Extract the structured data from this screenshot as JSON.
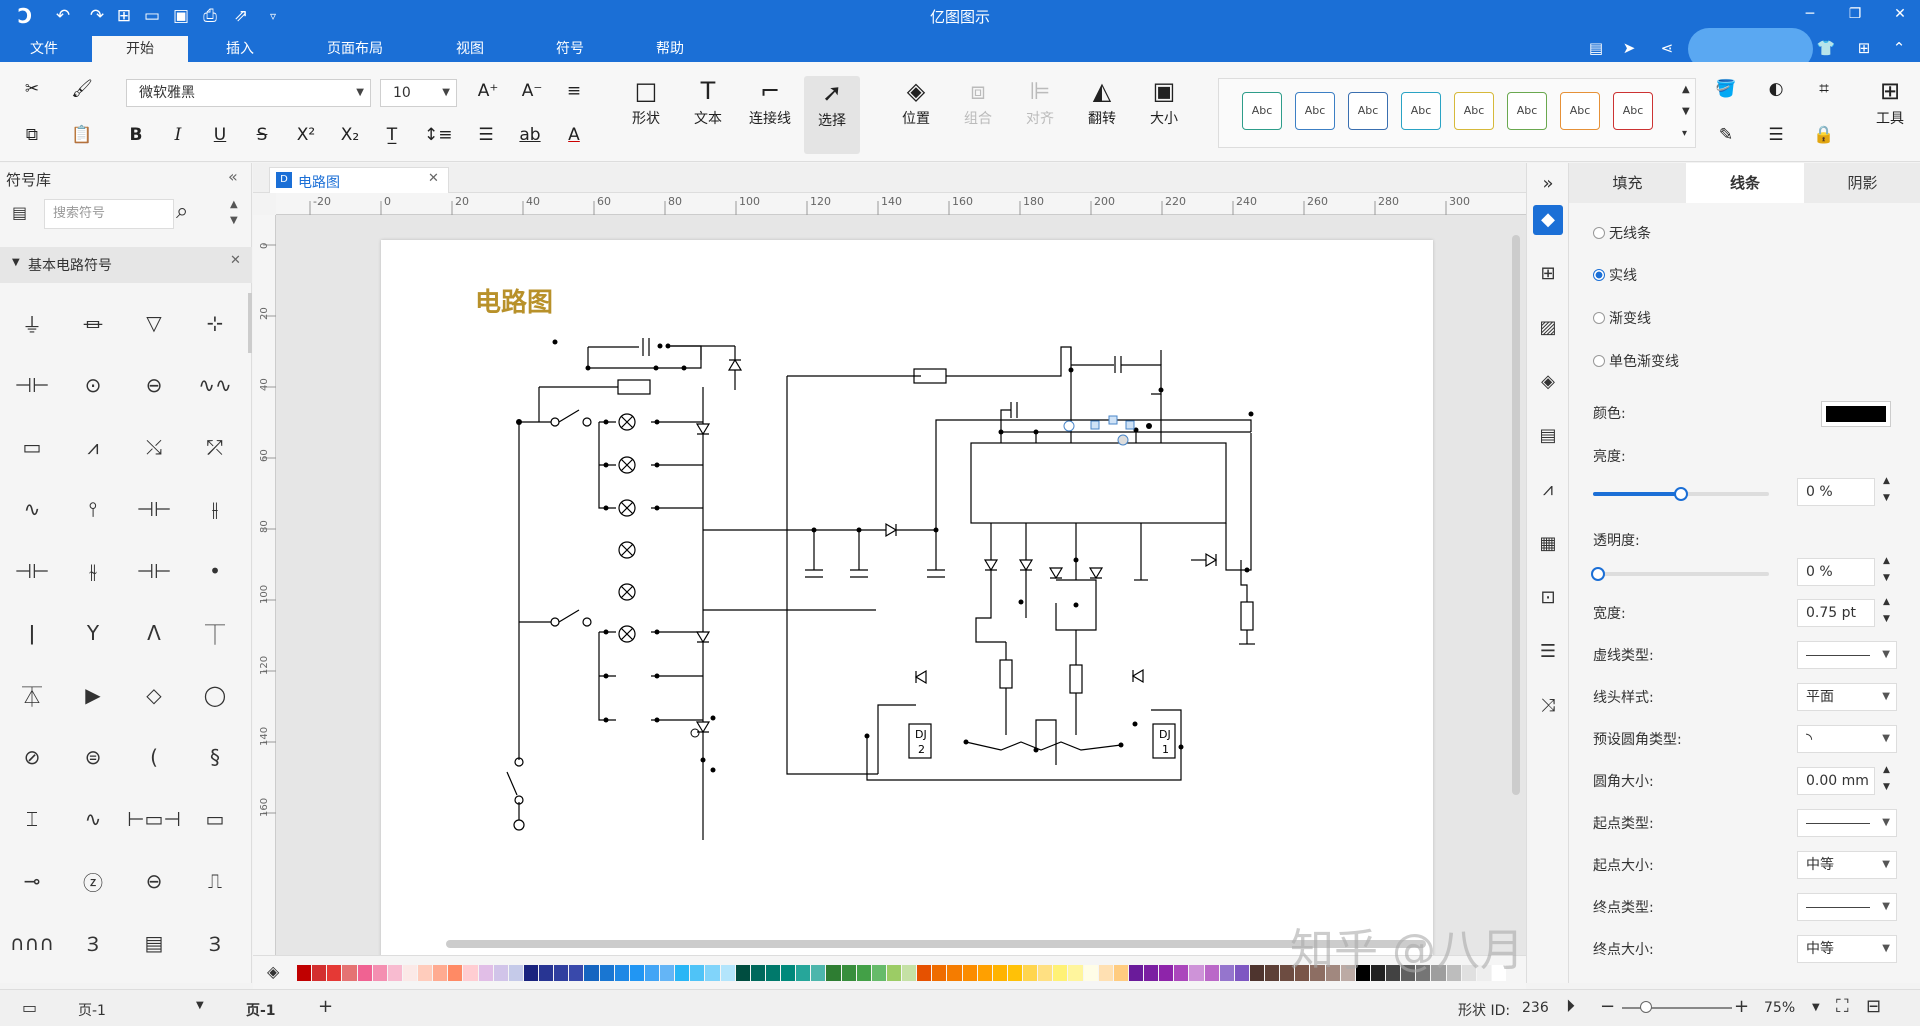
{
  "app": {
    "title": "亿图图示"
  },
  "quick_access": [
    "logo-icon",
    "undo-icon",
    "redo-icon",
    "new-icon",
    "open-icon",
    "save-icon",
    "print-icon",
    "export-icon",
    "more-icon"
  ],
  "menu_tabs": [
    {
      "label": "文件"
    },
    {
      "label": "开始",
      "active": true
    },
    {
      "label": "插入"
    },
    {
      "label": "页面布局"
    },
    {
      "label": "视图"
    },
    {
      "label": "符号"
    },
    {
      "label": "帮助"
    }
  ],
  "ribbon": {
    "font_family": "微软雅黑",
    "font_size": "10",
    "tools": [
      {
        "label": "形状"
      },
      {
        "label": "文本"
      },
      {
        "label": "连接线"
      },
      {
        "label": "选择"
      }
    ],
    "arrange": [
      {
        "label": "位置"
      },
      {
        "label": "组合"
      },
      {
        "label": "对齐"
      },
      {
        "label": "翻转"
      },
      {
        "label": "大小"
      }
    ],
    "style_swatches": [
      {
        "label": "Abc",
        "color": "#2e9d8a"
      },
      {
        "label": "Abc",
        "color": "#3c7fc4"
      },
      {
        "label": "Abc",
        "color": "#3a6fb0"
      },
      {
        "label": "Abc",
        "color": "#2aa3c4"
      },
      {
        "label": "Abc",
        "color": "#d6b93a"
      },
      {
        "label": "Abc",
        "color": "#6aa84f"
      },
      {
        "label": "Abc",
        "color": "#e69138"
      },
      {
        "label": "Abc",
        "color": "#cc3333"
      }
    ],
    "tools_label": "工具"
  },
  "library": {
    "title": "符号库",
    "search_placeholder": "搜索符号",
    "category": "基本电路符号"
  },
  "document": {
    "tab_label": "电路图",
    "diagram_title": "电路图",
    "ruler_h": [
      "-20",
      "0",
      "20",
      "40",
      "60",
      "80",
      "100",
      "120",
      "140",
      "160",
      "180",
      "200",
      "220",
      "240",
      "260",
      "280",
      "300"
    ],
    "ruler_v": [
      "0",
      "20",
      "40",
      "60",
      "80",
      "100",
      "120",
      "140",
      "160"
    ],
    "labels": {
      "dj2_a": "DJ",
      "dj2_b": "2",
      "dj1_a": "DJ",
      "dj1_b": "1"
    }
  },
  "props": {
    "tabs": [
      {
        "label": "填充"
      },
      {
        "label": "线条",
        "active": true
      },
      {
        "label": "阴影"
      }
    ],
    "line_types": [
      {
        "label": "无线条",
        "selected": false
      },
      {
        "label": "实线",
        "selected": true
      },
      {
        "label": "渐变线",
        "selected": false
      },
      {
        "label": "单色渐变线",
        "selected": false
      }
    ],
    "color_label": "颜色:",
    "color_value": "#000000",
    "brightness_label": "亮度:",
    "brightness_value": "0 %",
    "brightness_fraction": 0.5,
    "transparency_label": "透明度:",
    "transparency_value": "0 %",
    "transparency_fraction": 0.0,
    "width_label": "宽度:",
    "width_value": "0.75 pt",
    "dash_label": "虚线类型:",
    "cap_label": "线头样式:",
    "cap_value": "平面",
    "corner_type_label": "预设圆角类型:",
    "corner_size_label": "圆角大小:",
    "corner_size_value": "0.00 mm",
    "start_type_label": "起点类型:",
    "start_size_label": "起点大小:",
    "start_size_value": "中等",
    "end_type_label": "终点类型:",
    "end_size_label": "终点大小:",
    "end_size_value": "中等"
  },
  "status": {
    "page_select": "页-1",
    "page_tab": "页-1",
    "shape_id_label": "形状 ID:",
    "shape_id": "236",
    "zoom": "75%"
  },
  "watermark": "知乎 @八月十五中秋节",
  "palette_colors": [
    "#c00000",
    "#d32f2f",
    "#e53935",
    "#e57373",
    "#f06292",
    "#f48fb1",
    "#f8bbd0",
    "#fbe9e7",
    "#ffccbc",
    "#ffab91",
    "#ff8a65",
    "#ffcdd2",
    "#e1bee7",
    "#d1c4e9",
    "#c5cae9",
    "#1a237e",
    "#283593",
    "#303f9f",
    "#3949ab",
    "#1565c0",
    "#1976d2",
    "#1e88e5",
    "#2196f3",
    "#42a5f5",
    "#64b5f6",
    "#29b6f6",
    "#4fc3f7",
    "#81d4fa",
    "#b3e5fc",
    "#004d40",
    "#00695c",
    "#00796b",
    "#00897b",
    "#26a69a",
    "#4db6ac",
    "#2e7d32",
    "#388e3c",
    "#43a047",
    "#66bb6a",
    "#9ccc65",
    "#c5e1a5",
    "#e65100",
    "#ef6c00",
    "#f57c00",
    "#fb8c00",
    "#ffa000",
    "#ffb300",
    "#ffc107",
    "#ffd54f",
    "#ffe082",
    "#fff176",
    "#fff59d",
    "#fffde7",
    "#ffe0b2",
    "#ffcc80",
    "#6a1b9a",
    "#7b1fa2",
    "#8e24aa",
    "#ab47bc",
    "#ce93d8",
    "#ba68c8",
    "#9575cd",
    "#7e57c2",
    "#4e342e",
    "#5d4037",
    "#6d4c41",
    "#795548",
    "#8d6e63",
    "#a1887f",
    "#bcaaa4",
    "#000000",
    "#212121",
    "#424242",
    "#616161",
    "#757575",
    "#9e9e9e",
    "#bdbdbd",
    "#e0e0e0",
    "#eeeeee",
    "#ffffff"
  ]
}
